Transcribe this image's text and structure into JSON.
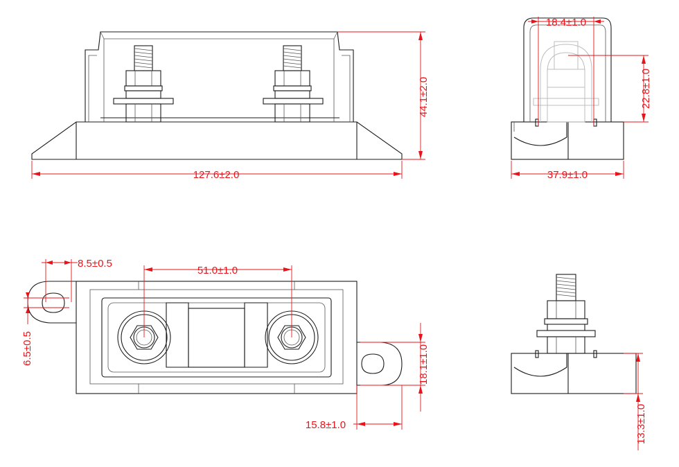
{
  "dimensions": {
    "front_length": "127.6±2.0",
    "front_height": "44.1±2.0",
    "side_stud_spacing": "18.4±1.0",
    "side_height": "22.8±1.0",
    "side_width": "37.9±1.0",
    "top_slot": "8.5±0.5",
    "top_stud_spacing": "51.0±1.0",
    "top_hole": "6.5±0.5",
    "top_tab_width": "18.1±1.0",
    "top_tab_length": "15.8±1.0",
    "end_base_height": "13.3±1.0"
  },
  "colors": {
    "dimension": "#e8141a",
    "outline": "#1a1a1a"
  }
}
